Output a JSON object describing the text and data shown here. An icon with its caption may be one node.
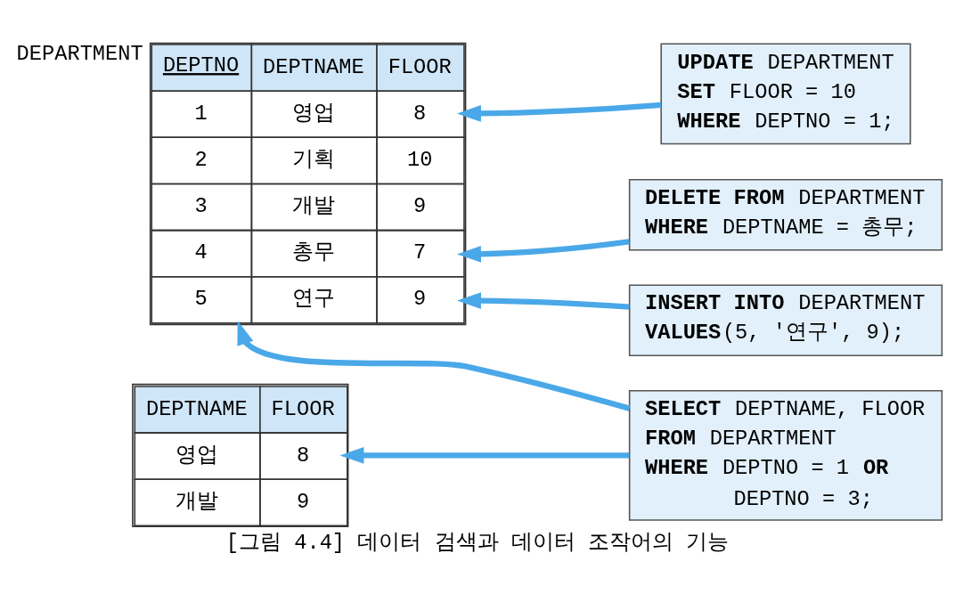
{
  "diagram": {
    "caption": "[그림 4.4] 데이터 검색과 데이터 조작어의 기능",
    "nodes": [
      {
        "text": [
          "DEPTNO",
          "DEPTNAME",
          "FLOOR",
          "1",
          "영업",
          "8",
          "2",
          "기획",
          "10",
          "3",
          "개발",
          "9",
          "4",
          "총무",
          "7",
          "5",
          "연구",
          "9"
        ],
        "beside": [
          "DEPARTMENT"
        ]
      },
      {
        "text": [
          "**UPDATE** DEPARTMENT",
          "**SET** FLOOR = 10",
          "**WHERE** DEPTNO = 1;"
        ]
      },
      {
        "text": [
          "**DELETE FROM** DEPARTMENT",
          "**WHERE** DEPTNAME = 총무;"
        ]
      },
      {
        "text": [
          "**INSERT INTO** DEPARTMENT",
          "**VALUES**(5, '연구', 9);"
        ]
      },
      {
        "text": [
          "**SELECT** DEPTNAME, FLOOR",
          "**FROM** DEPARTMENT",
          "**WHERE** DEPTNO = 1 **OR**",
          "DEPTNO = 3;"
        ]
      },
      {
        "text": [
          "DEPTNAME",
          "FLOOR",
          "영업",
          "8",
          "개발",
          "9"
        ]
      }
    ],
    "edges": [
      {
        "from": 1,
        "to": 0,
        "arrow": "to"
      },
      {
        "from": 2,
        "to": 0,
        "arrow": "to"
      },
      {
        "from": 3,
        "to": 0,
        "arrow": "to"
      },
      {
        "from": 4,
        "to": 0,
        "arrow": "to"
      },
      {
        "from": 4,
        "to": 5,
        "arrow": "to"
      }
    ]
  }
}
